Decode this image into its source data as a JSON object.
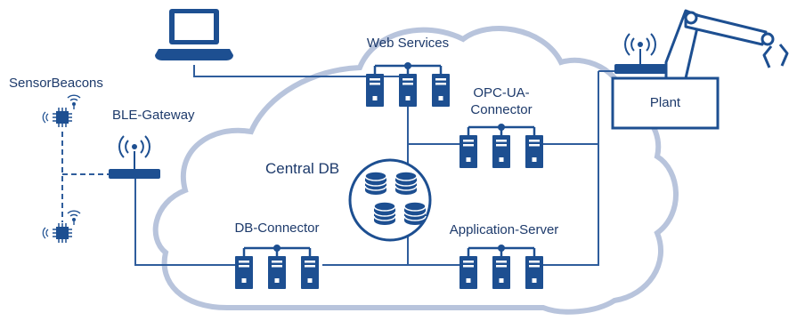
{
  "labels": {
    "sensor_beacons": "SensorBeacons",
    "ble_gateway": "BLE-Gateway",
    "web_services": "Web Services",
    "opcua_line1": "OPC-UA-",
    "opcua_line2": "Connector",
    "central_db": "Central DB",
    "db_connector": "DB-Connector",
    "application_server": "Application-Server",
    "plant": "Plant"
  },
  "colors": {
    "primary": "#1d4f91",
    "cloud_outline": "#b8c4dc",
    "line": "#2f5d9c"
  }
}
